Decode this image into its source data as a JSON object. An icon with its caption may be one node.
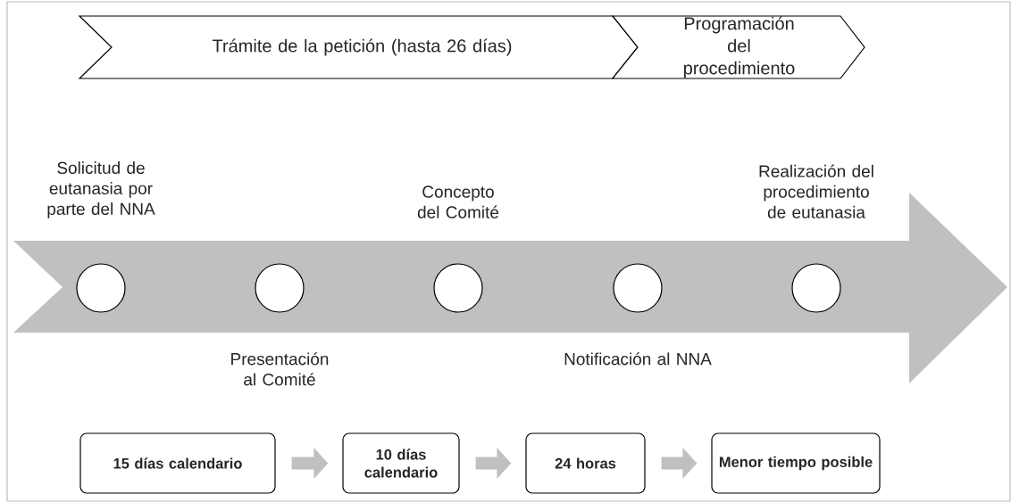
{
  "diagram": {
    "nodes": [
      {
        "text": [
          "Trámite de la petición (hasta 26 días)"
        ]
      },
      {
        "text": [
          "Programación del procedimiento"
        ]
      },
      {
        "text": [],
        "shape": "circle",
        "beside": [
          "Solicitud de eutanasia por parte del NNA"
        ]
      },
      {
        "text": [],
        "shape": "circle",
        "beside": [
          "Presentación al Comité"
        ]
      },
      {
        "text": [],
        "shape": "circle",
        "beside": [
          "Concepto del Comité"
        ]
      },
      {
        "text": [],
        "shape": "circle",
        "beside": [
          "Notificación al NNA"
        ]
      },
      {
        "text": [],
        "shape": "circle",
        "beside": [
          "Realización del procedimiento de eutanasia"
        ]
      },
      {
        "text": [
          "15 días calendario"
        ]
      },
      {
        "text": [
          "10 días calendario"
        ]
      },
      {
        "text": [
          "24 horas"
        ]
      },
      {
        "text": [
          "Menor tiempo posible"
        ]
      }
    ],
    "edges": [
      {
        "from": 7,
        "to": 8,
        "arrow": "to"
      },
      {
        "from": 8,
        "to": 9,
        "arrow": "to"
      },
      {
        "from": 9,
        "to": 10,
        "arrow": "to"
      }
    ]
  }
}
